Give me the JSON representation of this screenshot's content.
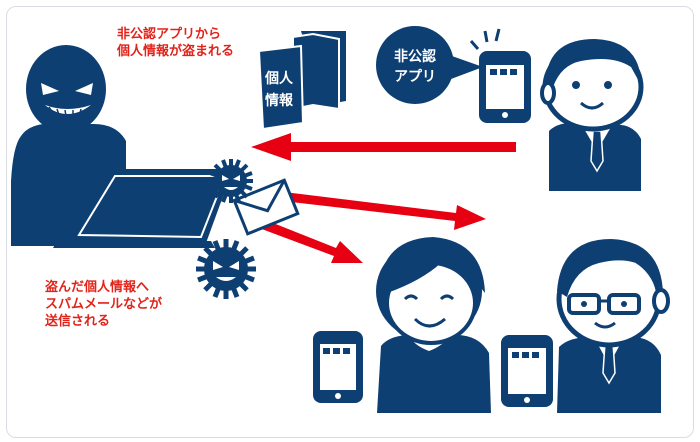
{
  "captions": {
    "stolen_line1": "非公認アプリから",
    "stolen_line2": "個人情報が盗まれる",
    "spam_line1": "盗んだ個人情報へ",
    "spam_line2": "スパムメールなどが",
    "spam_line3": "送信される"
  },
  "bubble": {
    "line1": "非公認",
    "line2": "アプリ"
  },
  "document": {
    "line1": "個人",
    "line2": "情報"
  },
  "colors": {
    "navy": "#0e3f73",
    "red": "#e60012",
    "skin": "#ffffff",
    "frame_border": "#d9dde3"
  },
  "icons": [
    "hacker-figure",
    "laptop-icon",
    "virus-icon",
    "envelope-icon",
    "personal-info-document-icon",
    "smartphone-icon",
    "businessman-figure",
    "woman-figure",
    "man-with-glasses-figure"
  ]
}
